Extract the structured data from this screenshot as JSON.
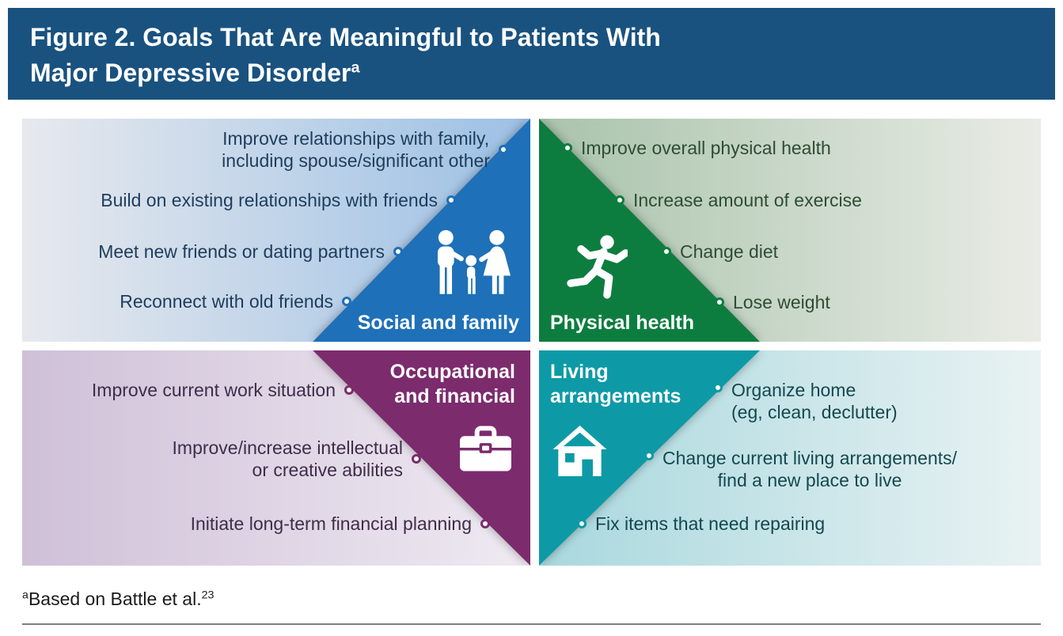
{
  "header": {
    "title_line1": "Figure 2. Goals That Are Meaningful to Patients With",
    "title_line2": "Major Depressive Disorder",
    "title_sup": "a"
  },
  "palette": {
    "header_bg": "#19527f",
    "social": "#1e70b8",
    "physical": "#0d7d3f",
    "occupational": "#7c2b6d",
    "living": "#0d9aa6"
  },
  "quadrants": {
    "social": {
      "label": "Social and family",
      "icon": "family-icon",
      "goals": [
        {
          "lines": [
            "Improve relationships with family,",
            "including spouse/significant other"
          ]
        },
        {
          "lines": [
            "Build on existing relationships with friends"
          ]
        },
        {
          "lines": [
            "Meet new friends or dating partners"
          ]
        },
        {
          "lines": [
            "Reconnect with old friends"
          ]
        }
      ]
    },
    "physical": {
      "label": "Physical health",
      "icon": "runner-icon",
      "goals": [
        {
          "lines": [
            "Improve overall physical health"
          ]
        },
        {
          "lines": [
            "Increase amount of exercise"
          ]
        },
        {
          "lines": [
            "Change diet"
          ]
        },
        {
          "lines": [
            "Lose weight"
          ]
        }
      ]
    },
    "occupational": {
      "label_line1": "Occupational",
      "label_line2": "and financial",
      "icon": "briefcase-icon",
      "goals": [
        {
          "lines": [
            "Improve current work situation"
          ]
        },
        {
          "lines": [
            "Improve/increase intellectual",
            "or creative abilities"
          ]
        },
        {
          "lines": [
            "Initiate long-term financial planning"
          ]
        }
      ]
    },
    "living": {
      "label_line1": "Living",
      "label_line2": "arrangements",
      "icon": "house-icon",
      "goals": [
        {
          "lines": [
            "Organize home",
            "(eg, clean, declutter)"
          ]
        },
        {
          "lines": [
            "Change current living arrangements/",
            "find a new place to live"
          ]
        },
        {
          "lines": [
            "Fix items that need repairing"
          ]
        }
      ]
    }
  },
  "footnote": {
    "sup": "a",
    "text": "Based on Battle et al.",
    "ref_sup": "23"
  }
}
